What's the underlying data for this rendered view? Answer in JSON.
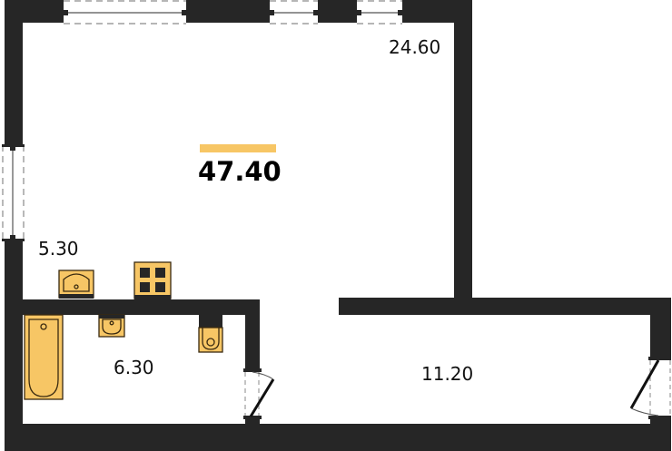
{
  "plan": {
    "total_area": "47.40",
    "rooms": [
      {
        "id": "living",
        "area": "24.60"
      },
      {
        "id": "kitchen",
        "area": "5.30"
      },
      {
        "id": "bathroom",
        "area": "6.30"
      },
      {
        "id": "hall",
        "area": "11.20"
      }
    ]
  },
  "colors": {
    "wall": "#262626",
    "fixture_fill": "#f7c665",
    "fixture_stroke": "#3a2a10",
    "accent_bar": "#f7c665",
    "window_dash": "#8a8a8a",
    "background": "#ffffff"
  },
  "fixtures": [
    {
      "type": "bathtub-icon"
    },
    {
      "type": "sink-icon"
    },
    {
      "type": "toilet-icon"
    },
    {
      "type": "kitchen-sink-icon"
    },
    {
      "type": "stove-icon"
    }
  ]
}
